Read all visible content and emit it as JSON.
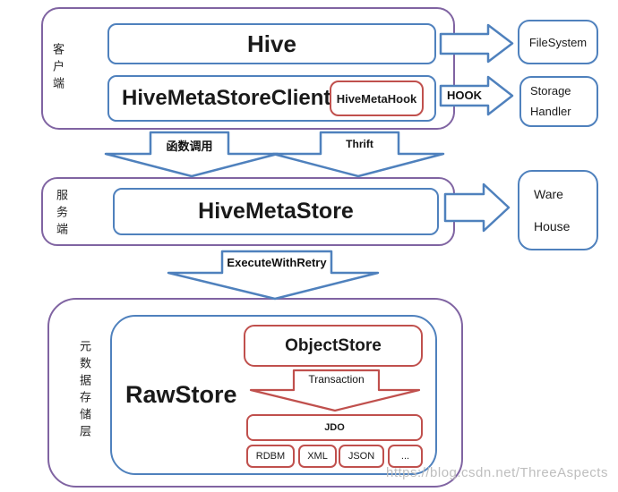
{
  "sections": {
    "client": {
      "label": "客户端",
      "hive_label": "Hive",
      "metastore_client_label": "HiveMetaStoreClient",
      "hivemetahook_label": "HiveMetaHook"
    },
    "server": {
      "label": "服务端",
      "hivemetastore_label": "HiveMetaStore"
    },
    "storage": {
      "label": "元数据存储层",
      "rawstore_label": "RawStore",
      "objectstore_label": "ObjectStore",
      "jdo_label": "JDO",
      "backends": [
        "RDBM",
        "XML",
        "JSON",
        "..."
      ]
    }
  },
  "external_boxes": {
    "filesystem": "FileSystem",
    "storage_handler": {
      "line1": "Storage",
      "line2": "Handler"
    },
    "warehouse": {
      "line1": "Ware",
      "line2": "House"
    }
  },
  "arrow_labels": {
    "hook": "HOOK",
    "function_call": "函数调用",
    "thrift": "Thrift",
    "execute_with_retry": "ExecuteWithRetry",
    "transaction": "Transaction"
  },
  "watermark": "https://blog.csdn.net/ThreeAspects",
  "colors": {
    "container_purple": "#8064A2",
    "box_blue": "#4F81BD",
    "box_red": "#C0504D",
    "text": "#1a1a1a",
    "watermark_gray": "#bababa"
  }
}
